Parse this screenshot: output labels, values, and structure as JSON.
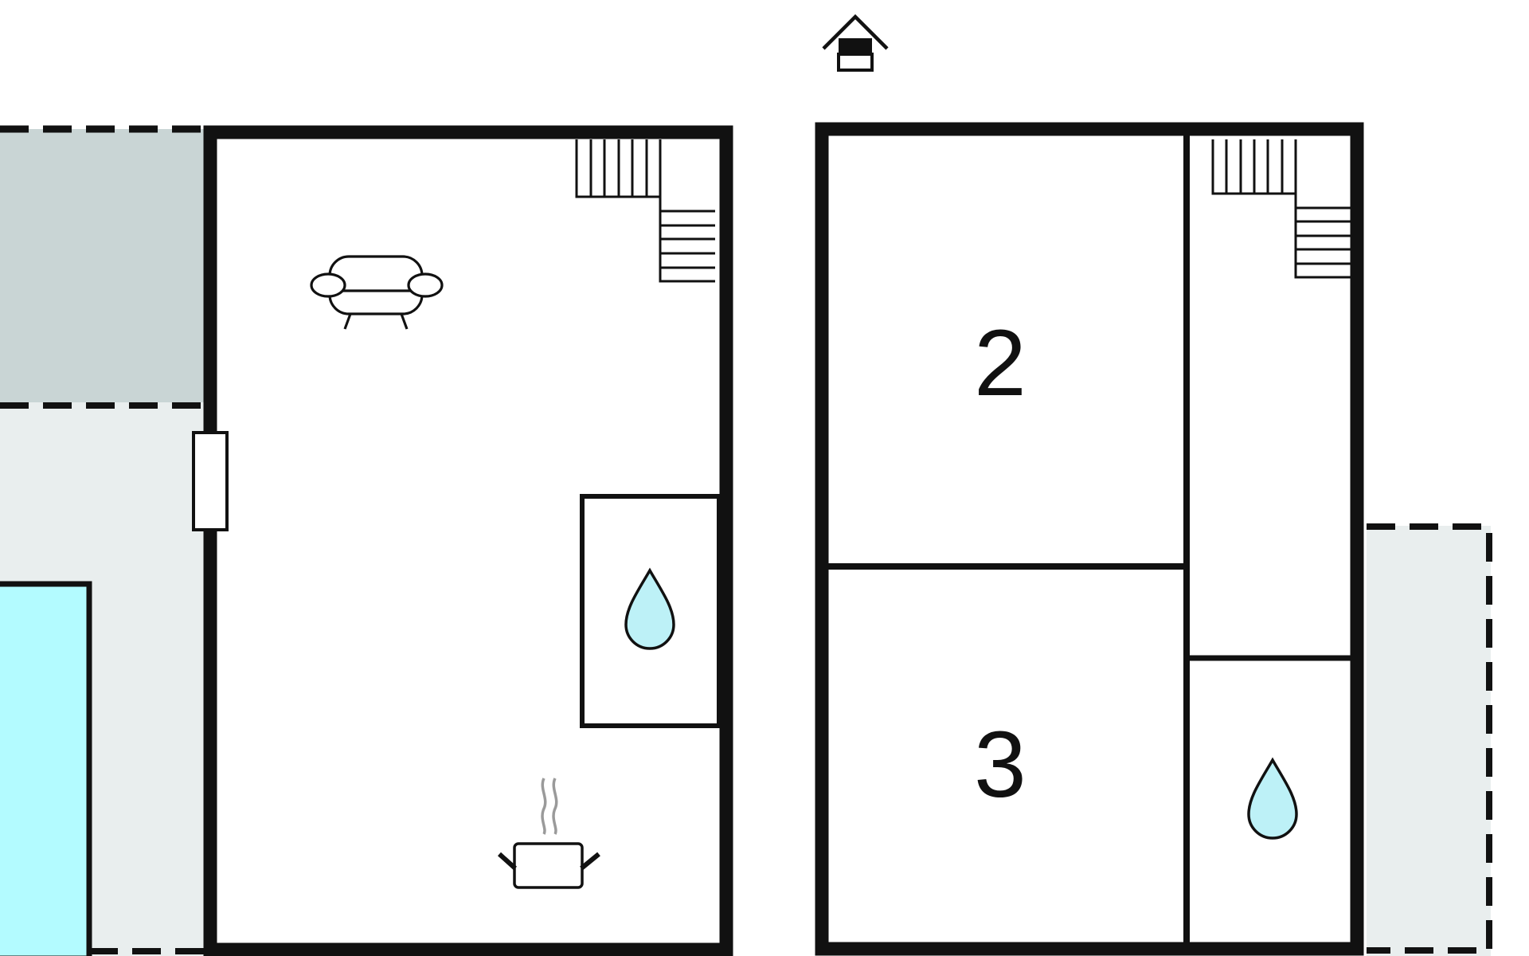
{
  "rooms": [
    {
      "id": "bedroom-2",
      "label": "2"
    },
    {
      "id": "bedroom-3",
      "label": "3"
    }
  ],
  "icons": {
    "entrance": "house-entrance-icon",
    "living_room": "sofa-icon",
    "kitchen": "cooking-pot-icon",
    "bathroom": "water-drop-icon",
    "stairs": "staircase-icon"
  },
  "colors": {
    "wall": "#111111",
    "terrace": "#c9d5d5",
    "outdoor_area": "#e9eeee",
    "pool": "#b3fbff",
    "water_drop": "#bdf1f7",
    "steam": "#9a9a9a"
  }
}
